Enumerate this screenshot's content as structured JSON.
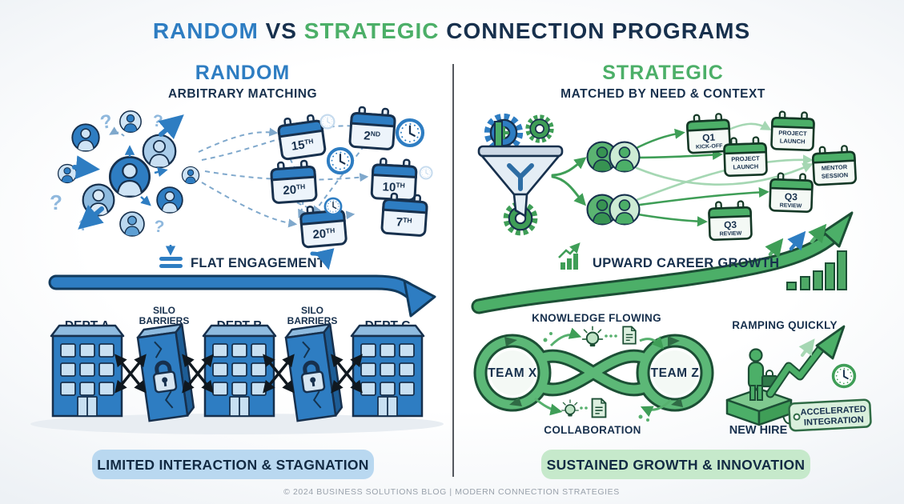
{
  "title": {
    "random": "RANDOM",
    "vs": " VS ",
    "strategic": "STRATEGIC",
    "rest": " CONNECTION PROGRAMS"
  },
  "left": {
    "heading": "RANDOM",
    "subheading": "ARBITRARY MATCHING",
    "question_mark": "?",
    "calendars": [
      {
        "day": "15",
        "suffix": "TH"
      },
      {
        "day": "2",
        "suffix": "ND"
      },
      {
        "day": "20",
        "suffix": "TH"
      },
      {
        "day": "10",
        "suffix": "TH"
      },
      {
        "day": "20",
        "suffix": "TH"
      },
      {
        "day": "7",
        "suffix": "TH"
      }
    ],
    "flat_engagement": "FLAT ENGAGEMENT",
    "dept_a": "DEPT A",
    "dept_b": "DEPT B",
    "dept_c": "DEPT C",
    "silo": {
      "line1": "SILO",
      "line2": "BARRIERS"
    },
    "badge": "LIMITED INTERACTION & STAGNATION"
  },
  "right": {
    "heading": "STRATEGIC",
    "subheading": "MATCHED BY NEED & CONTEXT",
    "cards": [
      {
        "line1": "Q1",
        "line2": "KICK-OFF"
      },
      {
        "line1": "PROJECT",
        "line2": "LAUNCH"
      },
      {
        "line1": "PROJECT",
        "line2": "LAUNCH"
      },
      {
        "line1": "MENTOR",
        "line2": "SESSION"
      },
      {
        "line1": "Q3",
        "line2": "REVIEW"
      },
      {
        "line1": "Q3",
        "line2": "REVIEW"
      }
    ],
    "career": "UPWARD CAREER GROWTH",
    "knowledge": "KNOWLEDGE FLOWING",
    "team_x": "TEAM X",
    "team_z": "TEAM Z",
    "collaboration": "COLLABORATION",
    "ramping": "RAMPING QUICKLY",
    "new_hire": "NEW HIRE",
    "tag": {
      "line1": "ACCELERATED",
      "line2": "INTEGRATION"
    },
    "badge": "SUSTAINED GROWTH & INNOVATION"
  },
  "footer": "© 2024 BUSINESS SOLUTIONS BLOG | MODERN CONNECTION STRATEGIES",
  "colors": {
    "blue": "#2E7DC2",
    "navy": "#17304D",
    "light_blue": "#CFE4F5",
    "badge_blue": "#B9D8F0",
    "green": "#4CAF68",
    "dark_green": "#1C4F35",
    "light_green": "#CDEBD4",
    "badge_green": "#C6E9CB"
  }
}
